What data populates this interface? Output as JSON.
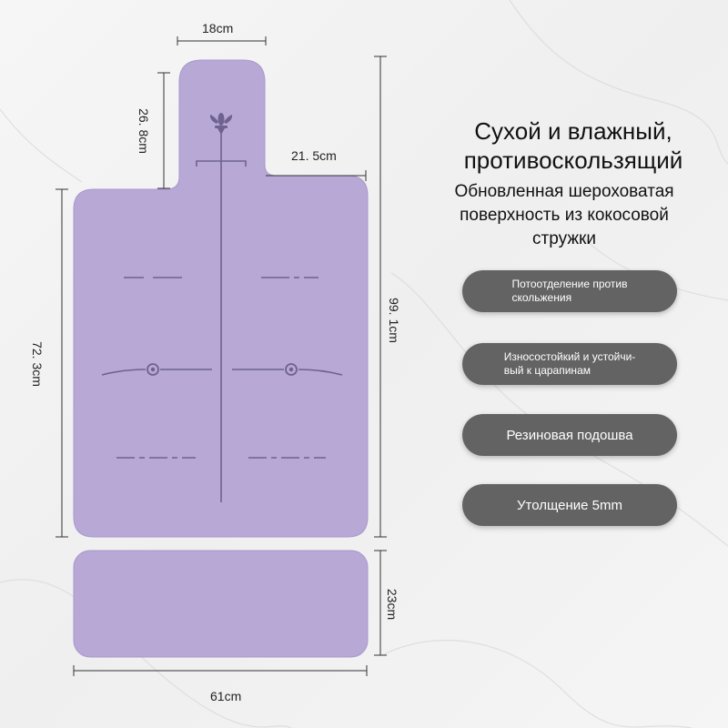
{
  "dimensions": {
    "handle_width": "18cm",
    "handle_height": "26. 8cm",
    "shoulder": "21. 5cm",
    "total_length": "99. 1cm",
    "body_length": "72. 3cm",
    "block_height": "23cm",
    "width": "61cm"
  },
  "headline": {
    "line1": "Сухой и влажный,",
    "line2": "противоскользящий"
  },
  "subheadline": {
    "line1": "Обновленная шероховатая",
    "line2": "поверхность из кокосовой",
    "line3": "стружки"
  },
  "features": [
    {
      "line1": "Потоотделение против",
      "line2": "скольжения"
    },
    {
      "line1": "Износостойкий и устойчи-",
      "line2": "вый к царапинам"
    },
    {
      "line1": "Резиновая подошва"
    },
    {
      "line1": "Утолщение 5mm"
    }
  ],
  "colors": {
    "mat": "#b7a8d6",
    "mat_lines": "#6f6290",
    "pill": "#636363",
    "background": "#f3f3f3"
  }
}
